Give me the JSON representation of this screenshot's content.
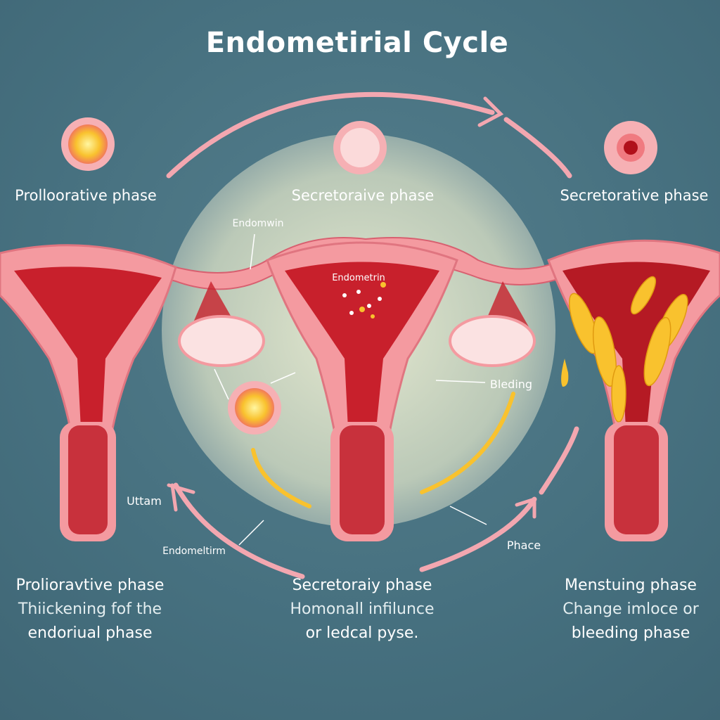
{
  "title": "Endometirial Cycle",
  "top_phases": [
    "Prolloorative phase",
    "Secretoraive phase",
    "Secretorative phase"
  ],
  "labels": {
    "endomwin": "Endomwin",
    "endometrin_inner": "Endometrin",
    "bleding": "Bleding",
    "uttam": "Uttam",
    "endomeltirm": "Endomeltirm",
    "phace": "Phace"
  },
  "bottom": [
    {
      "heading": "Prolioravtive phase",
      "line1": "Thiickening fof the",
      "line2": "endoriual phase"
    },
    {
      "heading": "Secretoraiy phase",
      "line1": "Homonall infilunce",
      "line2": "or ledcal pyse."
    },
    {
      "heading": "Menstuing phase",
      "line1": "Change imloce or",
      "line2": "bleeding phase"
    }
  ],
  "colors": {
    "background": "#46707f",
    "tissue": "#f49aa0",
    "lining": "#c8202c",
    "follicle": "#f9c22e",
    "arrow": "#f3a7b0"
  }
}
